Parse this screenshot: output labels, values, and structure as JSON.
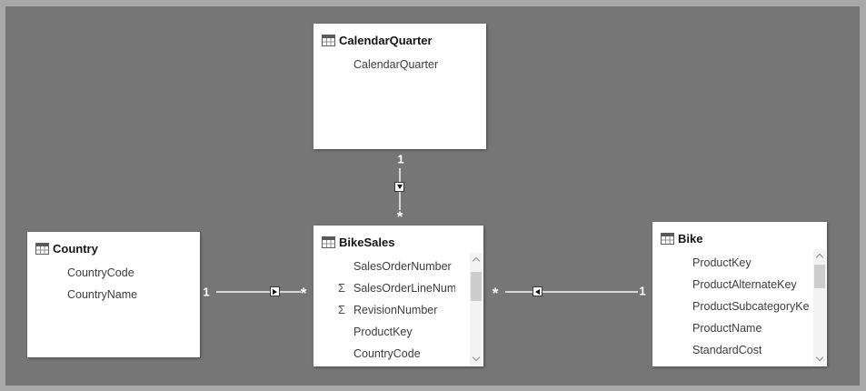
{
  "canvas": {
    "frame_color": "#a8a8a8",
    "background_color": "#767676",
    "card_color": "#ffffff",
    "relationship_line_color": "#d6d6d6",
    "cardinality_label_color": "#ffffff"
  },
  "icons": {
    "table": "table-grid-icon",
    "aggregate": "sigma-icon",
    "scroll_up": "chevron-up-icon",
    "scroll_down": "chevron-down-icon"
  },
  "tables": [
    {
      "title": "CalendarQuarter",
      "has_scrollbar": false,
      "fields": [
        {
          "name": "CalendarQuarter"
        }
      ]
    },
    {
      "title": "Country",
      "has_scrollbar": false,
      "fields": [
        {
          "name": "CountryCode"
        },
        {
          "name": "CountryName"
        }
      ]
    },
    {
      "title": "BikeSales",
      "has_scrollbar": true,
      "fields": [
        {
          "name": "SalesOrderNumber"
        },
        {
          "name": "SalesOrderLineNumber",
          "sigma": "Σ",
          "aggregate": true
        },
        {
          "name": "RevisionNumber",
          "sigma": "Σ",
          "aggregate": true
        },
        {
          "name": "ProductKey"
        },
        {
          "name": "CountryCode"
        }
      ]
    },
    {
      "title": "Bike",
      "has_scrollbar": true,
      "fields": [
        {
          "name": "ProductKey"
        },
        {
          "name": "ProductAlternateKey"
        },
        {
          "name": "ProductSubcategoryKey"
        },
        {
          "name": "ProductName"
        },
        {
          "name": "StandardCost"
        }
      ]
    }
  ],
  "relationships": [
    {
      "from": "CalendarQuarter",
      "to": "BikeSales",
      "one_label": "1",
      "many_label": "*",
      "filter_arrow": "down"
    },
    {
      "from": "Country",
      "to": "BikeSales",
      "one_label": "1",
      "many_label": "*",
      "filter_arrow": "right"
    },
    {
      "from": "Bike",
      "to": "BikeSales",
      "one_label": "1",
      "many_label": "*",
      "filter_arrow": "left"
    }
  ]
}
